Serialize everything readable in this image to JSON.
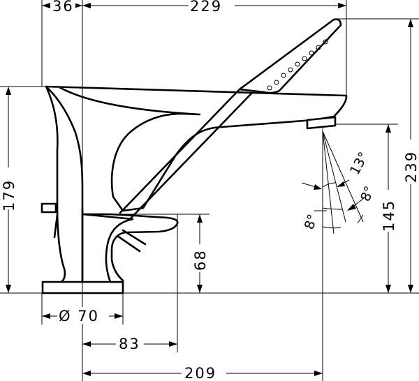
{
  "dimensions": {
    "offset_top": "36",
    "spout_reach": "229",
    "body_height": "179",
    "total_height": "239",
    "spray_height": "145",
    "handle_height": "68",
    "base_diameter": "Ø 70",
    "handle_reach": "83",
    "spout_offset": "209"
  },
  "spray_angles": {
    "outer_right": "13°",
    "inner_right": "8°",
    "left": "8°"
  }
}
